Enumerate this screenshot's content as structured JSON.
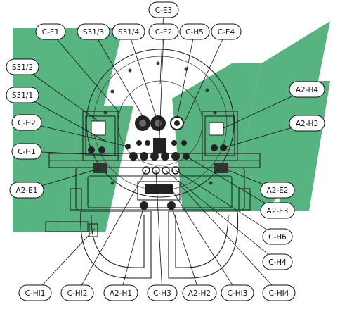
{
  "watermark_color": "#3aa86a",
  "callouts": [
    {
      "id": "C-E3",
      "text": "C-E3"
    },
    {
      "id": "C-E1",
      "text": "C-E1"
    },
    {
      "id": "S31/3",
      "text": "S31/3"
    },
    {
      "id": "S31/4",
      "text": "S31/4"
    },
    {
      "id": "C-E2",
      "text": "C-E2"
    },
    {
      "id": "C-H5",
      "text": "C-H5"
    },
    {
      "id": "C-E4",
      "text": "C-E4"
    },
    {
      "id": "S31/2",
      "text": "S31/2"
    },
    {
      "id": "S31/1",
      "text": "S31/1"
    },
    {
      "id": "A2-H4",
      "text": "A2-H4"
    },
    {
      "id": "C-H2",
      "text": "C-H2"
    },
    {
      "id": "A2-H3",
      "text": "A2-H3"
    },
    {
      "id": "C-H1",
      "text": "C-H1"
    },
    {
      "id": "A2-E1",
      "text": "A2-E1"
    },
    {
      "id": "A2-E2",
      "text": "A2-E2"
    },
    {
      "id": "A2-E3",
      "text": "A2-E3"
    },
    {
      "id": "C-H6",
      "text": "C-H6"
    },
    {
      "id": "C-H4",
      "text": "C-H4"
    },
    {
      "id": "C-HI1",
      "text": "C-HI1"
    },
    {
      "id": "C-HI2",
      "text": "C-HI2"
    },
    {
      "id": "A2-H1",
      "text": "A2-H1"
    },
    {
      "id": "C-H3",
      "text": "C-H3"
    },
    {
      "id": "A2-H2",
      "text": "A2-H2"
    },
    {
      "id": "C-HI3",
      "text": "C-HI3"
    },
    {
      "id": "C-HI4",
      "text": "C-HI4"
    }
  ]
}
